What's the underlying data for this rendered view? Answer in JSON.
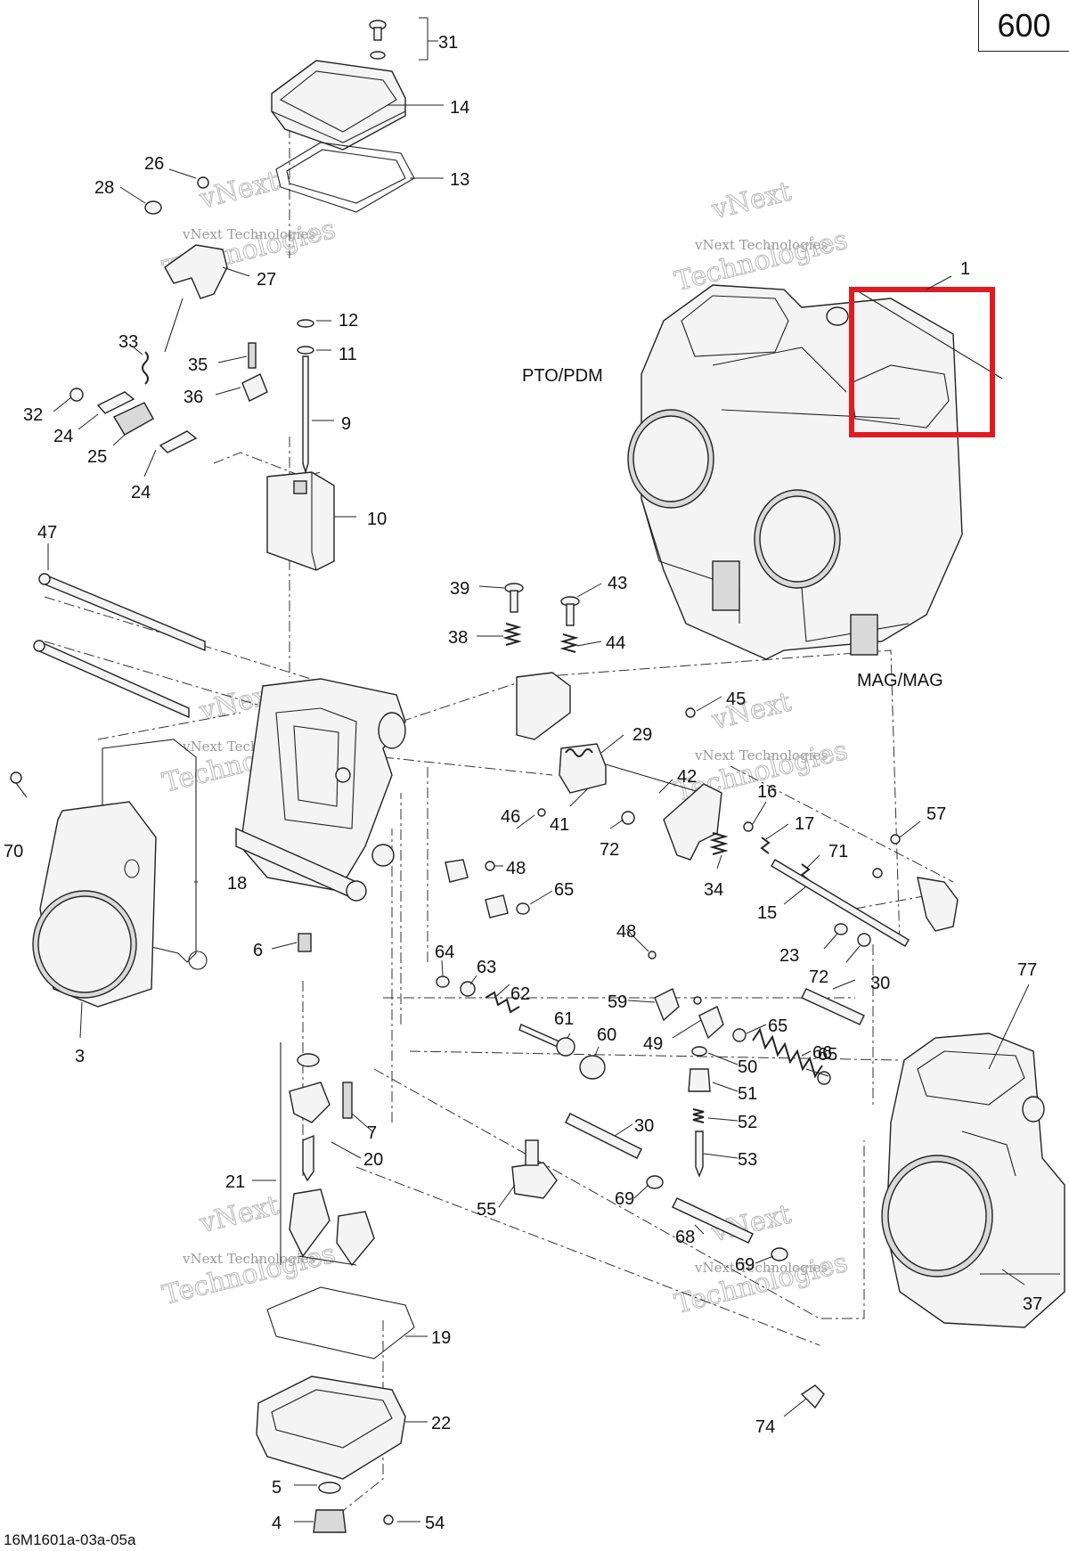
{
  "diagram": {
    "page_number": "600",
    "drawing_code": "16M1601a-03a-05a",
    "captions": {
      "pto": "PTO/PDM",
      "mag": "MAG/MAG"
    },
    "watermark": {
      "line1": "vNext Technologies",
      "line2": "Technologies",
      "line3": "vNext"
    },
    "highlight_color": "#e11b22",
    "labels": [
      "31",
      "14",
      "13",
      "26",
      "28",
      "27",
      "1",
      "12",
      "33",
      "35",
      "11",
      "36",
      "9",
      "32",
      "24",
      "25",
      "24",
      "10",
      "47",
      "39",
      "43",
      "38",
      "44",
      "45",
      "29",
      "42",
      "16",
      "17",
      "46",
      "41",
      "72",
      "34",
      "57",
      "71",
      "70",
      "18",
      "48",
      "65",
      "15",
      "23",
      "72",
      "6",
      "48",
      "64",
      "63",
      "62",
      "59",
      "30",
      "61",
      "60",
      "65",
      "49",
      "66",
      "50",
      "65",
      "77",
      "3",
      "51",
      "7",
      "30",
      "52",
      "53",
      "20",
      "21",
      "55",
      "69",
      "68",
      "69",
      "37",
      "19",
      "22",
      "74",
      "5",
      "4",
      "54"
    ]
  }
}
